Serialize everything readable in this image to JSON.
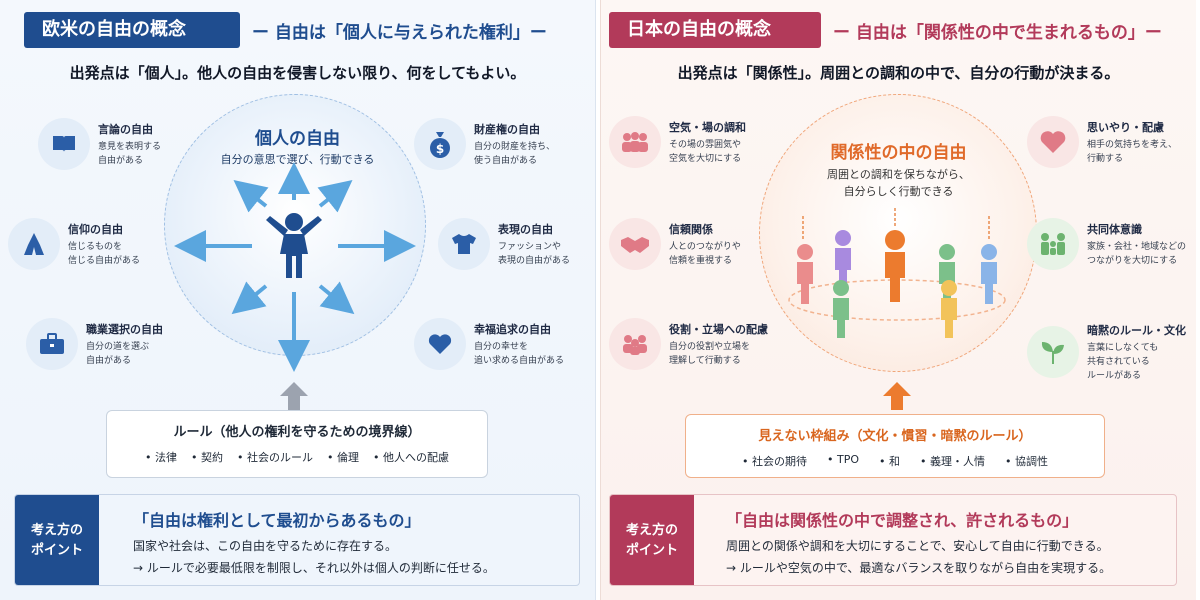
{
  "west": {
    "title": "欧米の自由の概念",
    "subtitle": "ー 自由は「個人に与えられた権利」ー",
    "lead": "出発点は「個人」。他人の自由を侵害しない限り、何をしてもよい。",
    "center_title": "個人の自由",
    "center_sub": "自分の意思で選び、行動できる",
    "items": [
      {
        "title": "言論の自由",
        "desc1": "意見を表明する",
        "desc2": "自由がある",
        "icon": "book-icon"
      },
      {
        "title": "信仰の自由",
        "desc1": "信じるものを",
        "desc2": "信じる自由がある",
        "icon": "praying-hands-icon"
      },
      {
        "title": "職業選択の自由",
        "desc1": "自分の道を選ぶ",
        "desc2": "自由がある",
        "icon": "briefcase-icon"
      },
      {
        "title": "財産権の自由",
        "desc1": "自分の財産を持ち、",
        "desc2": "使う自由がある",
        "icon": "money-bag-icon"
      },
      {
        "title": "表現の自由",
        "desc1": "ファッションや",
        "desc2": "表現の自由がある",
        "icon": "tshirt-icon"
      },
      {
        "title": "幸福追求の自由",
        "desc1": "自分の幸せを",
        "desc2": "追い求める自由がある",
        "icon": "heart-icon"
      }
    ],
    "rule_title": "ルール（他人の権利を守るための境界線）",
    "rules": [
      "法律",
      "契約",
      "社会のルール",
      "倫理",
      "他人への配慮"
    ],
    "point_label": "考え方の\nポイント",
    "point_title": "「自由は権利として最初からあるもの」",
    "point_line1": "国家や社会は、この自由を守るために存在する。",
    "point_line2": "→ ルールで必要最低限を制限し、それ以外は個人の判断に任せる。",
    "accent": "#1f4d8f"
  },
  "japan": {
    "title": "日本の自由の概念",
    "subtitle": "ー 自由は「関係性の中で生まれるもの」ー",
    "lead": "出発点は「関係性」。周囲との調和の中で、自分の行動が決まる。",
    "center_title": "関係性の中の自由",
    "center_sub1": "周囲との調和を保ちながら、",
    "center_sub2": "自分らしく行動できる",
    "items": [
      {
        "title": "空気・場の調和",
        "desc1": "その場の雰囲気や",
        "desc2": "空気を大切にする",
        "icon": "group-icon"
      },
      {
        "title": "信頼関係",
        "desc1": "人とのつながりや",
        "desc2": "信頼を重視する",
        "icon": "handshake-icon"
      },
      {
        "title": "役割・立場への配慮",
        "desc1": "自分の役割や立場を",
        "desc2": "理解して行動する",
        "icon": "team-icon"
      },
      {
        "title": "思いやり・配慮",
        "desc1": "相手の気持ちを考え、",
        "desc2": "行動する",
        "icon": "heart-icon"
      },
      {
        "title": "共同体意識",
        "desc1": "家族・会社・地域などの",
        "desc2": "つながりを大切にする",
        "icon": "family-icon"
      },
      {
        "title": "暗黙のルール・文化",
        "desc1": "言葉にしなくても",
        "desc2": "共有されている",
        "desc3": "ルールがある",
        "icon": "sprout-icon"
      }
    ],
    "rule_title": "見えない枠組み（文化・慣習・暗黙のルール）",
    "rules": [
      "社会の期待",
      "TPO",
      "和",
      "義理・人情",
      "協調性"
    ],
    "point_label": "考え方の\nポイント",
    "point_title": "「自由は関係性の中で調整され、許されるもの」",
    "point_line1": "周囲との関係や調和を大切にすることで、安心して自由に行動できる。",
    "point_line2": "→ ルールや空気の中で、最適なバランスを取りながら自由を実現する。",
    "accent": "#b23a5a"
  }
}
